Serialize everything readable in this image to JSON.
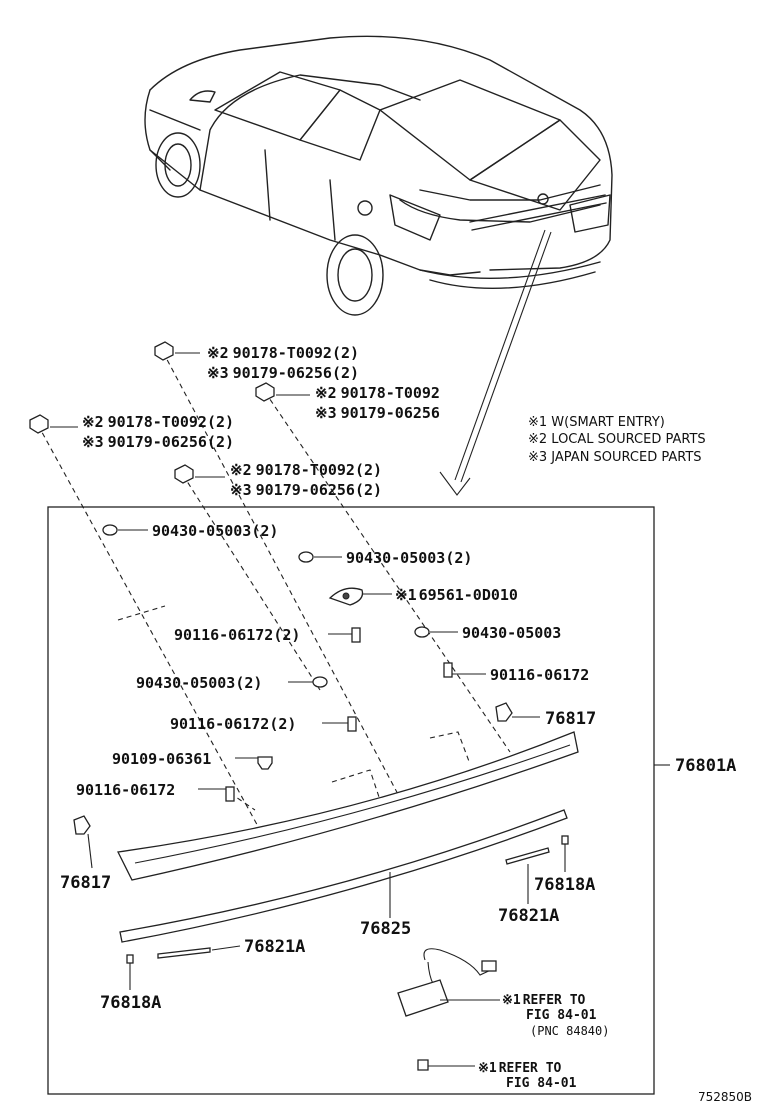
{
  "legend": {
    "note1": "※1 W(SMART ENTRY)",
    "note2": "※2 LOCAL SOURCED PARTS",
    "note3": "※3 JAPAN SOURCED PARTS"
  },
  "callouts": {
    "c1": {
      "mark": "※2",
      "part": "90178-T0092(2)"
    },
    "c2": {
      "mark": "※3",
      "part": "90179-06256(2)"
    },
    "c3": {
      "mark": "※2",
      "part": "90178-T0092"
    },
    "c4": {
      "mark": "※3",
      "part": "90179-06256"
    },
    "c5": {
      "mark": "※2",
      "part": "90178-T0092(2)"
    },
    "c6": {
      "mark": "※3",
      "part": "90179-06256(2)"
    },
    "c7": {
      "mark": "※2",
      "part": "90178-T0092(2)"
    },
    "c8": {
      "mark": "※3",
      "part": "90179-06256(2)"
    },
    "c9": "90430-05003(2)",
    "c10": "90430-05003(2)",
    "c11": {
      "mark": "※1",
      "part": "69561-0D010"
    },
    "c12": "90116-06172(2)",
    "c13": "90430-05003",
    "c14": "90116-06172",
    "c15": "90430-05003(2)",
    "c16": "76817",
    "c17": "90116-06172(2)",
    "c18": "90109-06361",
    "c19": "90116-06172",
    "c20": "76801A",
    "c21": "76817",
    "c22": "76818A",
    "c23": "76825",
    "c24": "76821A",
    "c25": "76821A",
    "c26": "76818A",
    "c27": {
      "mark": "※1",
      "line1": "REFER TO",
      "line2": "FIG 84-01",
      "line3": "(PNC 84840)"
    },
    "c28": {
      "mark": "※1",
      "line1": "REFER TO",
      "line2": "FIG 84-01"
    }
  },
  "figure_id": "752850B"
}
